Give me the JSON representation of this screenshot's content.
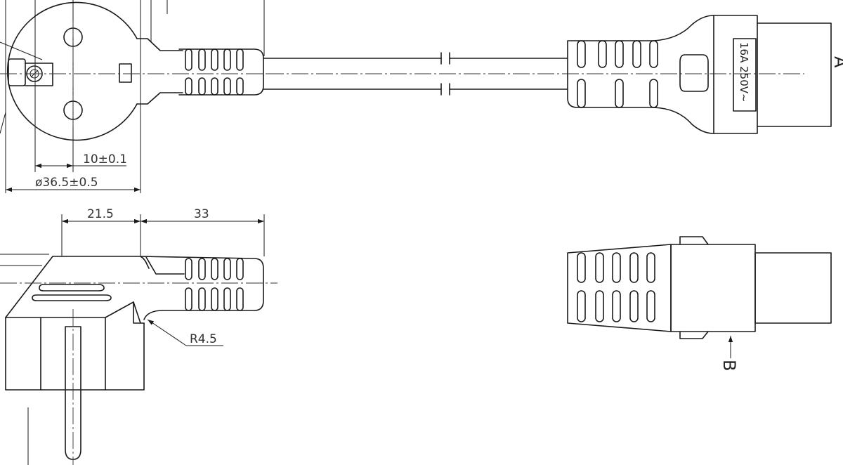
{
  "dimensions": {
    "pin_spacing": "10±0.1",
    "plug_diameter": "ø36.5±0.5",
    "side_depth": "21.5",
    "side_length": "33",
    "bend_radius": "R4.5"
  },
  "connector": {
    "rating": "16A 250V~"
  },
  "views": {
    "view_a": "A",
    "view_b": "B"
  }
}
